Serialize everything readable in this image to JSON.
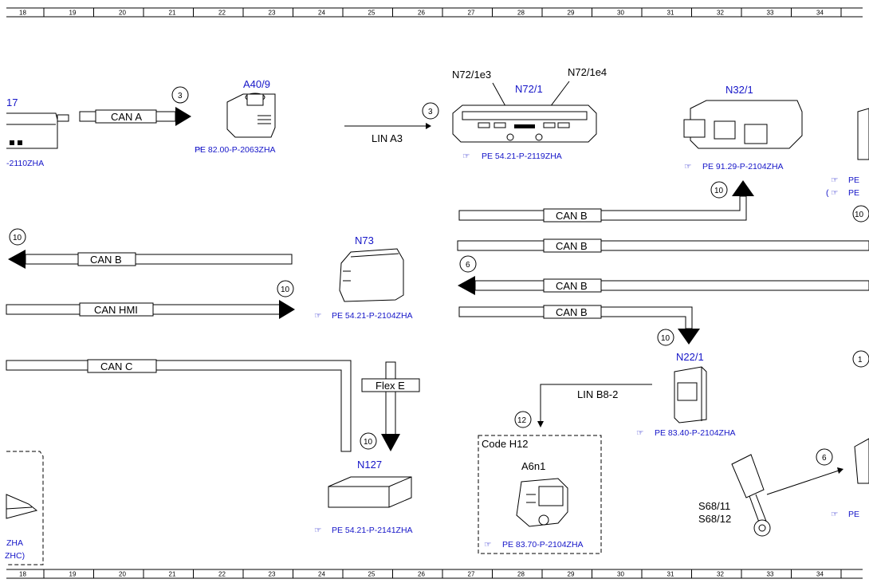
{
  "grid": [
    "18",
    "19",
    "20",
    "21",
    "22",
    "23",
    "24",
    "25",
    "26",
    "27",
    "28",
    "29",
    "30",
    "31",
    "32",
    "33",
    "34"
  ],
  "components": {
    "a17_cut": "17",
    "a40_9": "A40/9",
    "n72_1": "N72/1",
    "n72_1e3": "N72/1e3",
    "n72_1e4": "N72/1e4",
    "n32_1": "N32/1",
    "n73": "N73",
    "n22_1": "N22/1",
    "n127": "N127",
    "a6n1": "A6n1",
    "s68_11": "S68/11",
    "s68_12": "S68/12",
    "code_h12": "Code H12"
  },
  "refs": {
    "left_top": "-2110ZHA",
    "a40_9": "PE 82.00-P-2063ZHA",
    "n72_1": "PE 54.21-P-2119ZHA",
    "n32_1": "PE 91.29-P-2104ZHA",
    "n73": "PE 54.21-P-2104ZHA",
    "n22_1": "PE 83.40-P-2104ZHA",
    "n127": "PE 54.21-P-2141ZHA",
    "a6n1": "PE 83.70-P-2104ZHA",
    "right_1": "PE",
    "right_2": "(",
    "right_2b": "PE",
    "right_3": "PE",
    "left_bottom_1": "ZHA",
    "left_bottom_2": "ZHC)"
  },
  "buses": {
    "can_a": "CAN A",
    "lin_a3": "LIN A3",
    "can_b": "CAN B",
    "can_hmi": "CAN HMI",
    "can_c": "CAN C",
    "flex_e": "Flex E",
    "lin_b8_2": "LIN B8-2"
  },
  "circles": {
    "c3a": "3",
    "c3b": "3",
    "c10_n32": "10",
    "c10_left": "10",
    "c10_hmi": "10",
    "c6": "6",
    "c10_n22": "10",
    "c10_n127": "10",
    "c12": "12",
    "c6_s68": "6",
    "c10_right": "10",
    "c1_right": "1"
  }
}
